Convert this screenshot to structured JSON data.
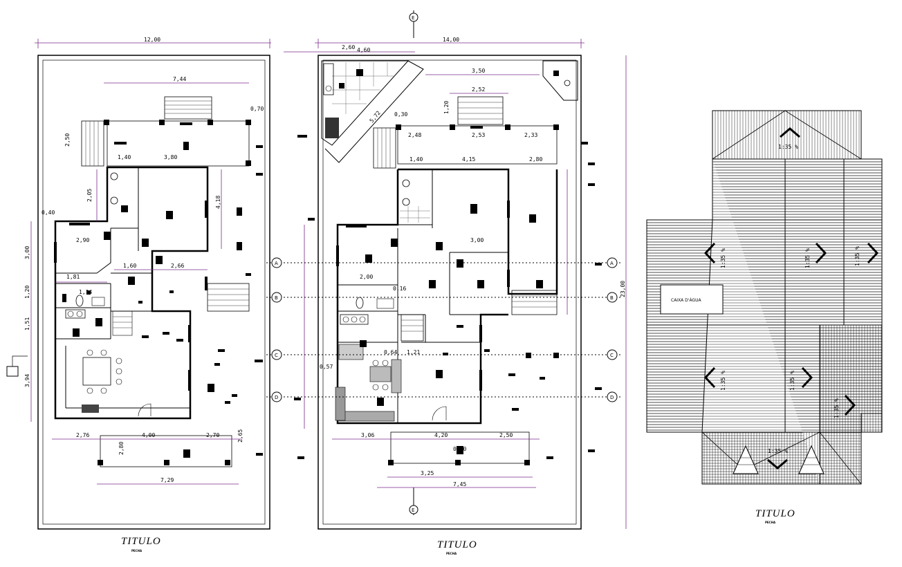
{
  "plans": {
    "left": {
      "title": "TITULO",
      "subtitle": "PECHA",
      "dims": {
        "overall_width": "12,00",
        "d_7_44": "7,44",
        "d_0_70": "0,70",
        "d_2_50": "2,50",
        "d_1_40": "1,40",
        "d_3_80": "3,80",
        "d_2_05": "2,05",
        "d_4_18": "4,18",
        "d_0_40": "0,40",
        "d_2_90": "2,90",
        "d_3_00": "3,00",
        "d_1_81": "1,81",
        "d_1_60": "1,60",
        "d_2_66": "2,66",
        "d_1_20": "1,20",
        "d_1_14": "1,14",
        "d_1_51": "1,51",
        "d_3_94": "3,94",
        "d_2_76": "2,76",
        "d_4_00": "4,00",
        "d_2_70": "2,70",
        "d_2_80": "2,80",
        "d_2_65": "2,65",
        "d_7_29": "7,29"
      }
    },
    "middle": {
      "title": "TITULO",
      "subtitle": "PECHA",
      "dims": {
        "overall_width": "14,00",
        "d_2_60": "2,60",
        "d_4_60": "4,60",
        "d_3_50": "3,50",
        "d_2_52": "2,52",
        "d_1_20": "1,20",
        "d_0_30": "0,30",
        "d_2_48": "2,48",
        "d_2_53": "2,53",
        "d_2_33": "2,33",
        "d_1_40": "1,40",
        "d_4_15": "4,15",
        "d_2_80": "2,80",
        "d_5_72": "5,72",
        "d_2_00": "2,00",
        "d_3_00": "3,00",
        "d_0_16": "0,16",
        "d_1_21": "1,21",
        "d_0_57": "0,57",
        "d_0_64": "0,64",
        "d_3_06": "3,06",
        "d_4_20": "4,20",
        "d_2_50": "2,50",
        "d_3_25": "3,25",
        "d_7_45": "7,45",
        "d_23_00": "23,00",
        "d_0_50": "0,50"
      }
    },
    "roof": {
      "title": "TITULO",
      "subtitle": "PECHA",
      "center_label": "CAIXA D'ÁGUA",
      "slope": "1:35 %"
    }
  },
  "axes": {
    "north": "E",
    "south": "E",
    "a": "A",
    "b": "B",
    "c": "C",
    "d": "D"
  },
  "colors": {
    "line": "#000000",
    "dimension": "#7a2a8a"
  }
}
